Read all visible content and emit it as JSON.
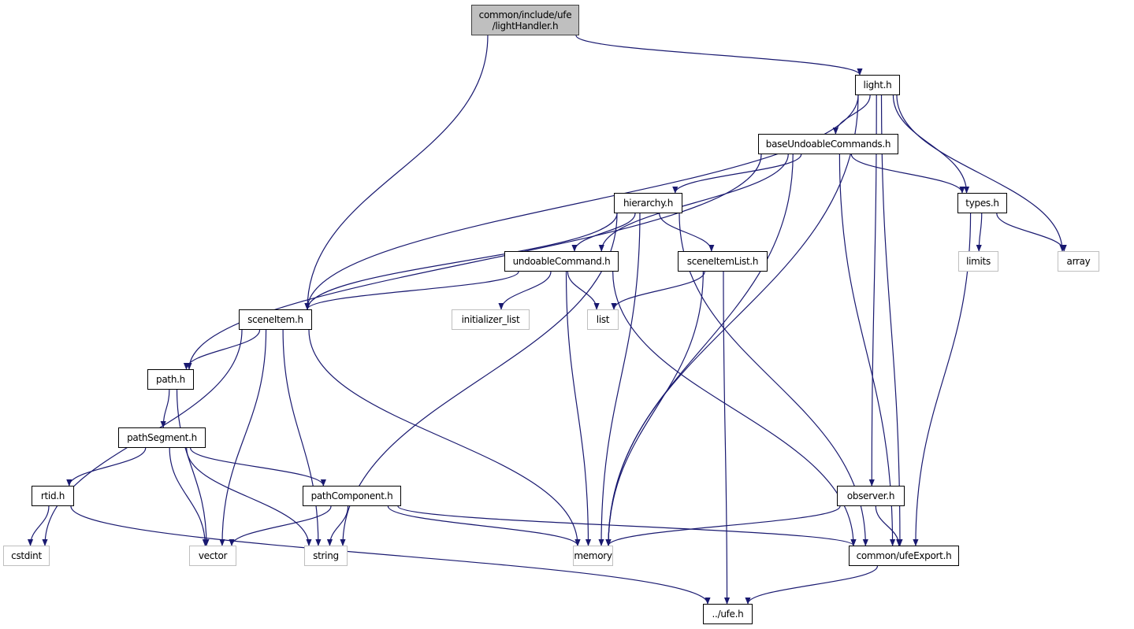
{
  "colors": {
    "edge": "#191970",
    "root_fill": "#bfbfbf",
    "system_border": "#bfbfbf",
    "node_border": "#000000"
  },
  "nodes": [
    {
      "id": "lightHandler",
      "label": "common/include/ufe\n/lightHandler.h",
      "kind": "root"
    },
    {
      "id": "light",
      "label": "light.h",
      "kind": "file"
    },
    {
      "id": "base",
      "label": "baseUndoableCommands.h",
      "kind": "file"
    },
    {
      "id": "hierarchy",
      "label": "hierarchy.h",
      "kind": "file"
    },
    {
      "id": "types",
      "label": "types.h",
      "kind": "file"
    },
    {
      "id": "undoable",
      "label": "undoableCommand.h",
      "kind": "file"
    },
    {
      "id": "sceneItemList",
      "label": "sceneItemList.h",
      "kind": "file"
    },
    {
      "id": "limits",
      "label": "limits",
      "kind": "system"
    },
    {
      "id": "array",
      "label": "array",
      "kind": "system"
    },
    {
      "id": "initlist",
      "label": "initializer_list",
      "kind": "system"
    },
    {
      "id": "list",
      "label": "list",
      "kind": "system"
    },
    {
      "id": "sceneItem",
      "label": "sceneItem.h",
      "kind": "file"
    },
    {
      "id": "path",
      "label": "path.h",
      "kind": "file"
    },
    {
      "id": "pathSegment",
      "label": "pathSegment.h",
      "kind": "file"
    },
    {
      "id": "rtid",
      "label": "rtid.h",
      "kind": "file"
    },
    {
      "id": "pathComponent",
      "label": "pathComponent.h",
      "kind": "file"
    },
    {
      "id": "cstdint",
      "label": "cstdint",
      "kind": "system"
    },
    {
      "id": "vector",
      "label": "vector",
      "kind": "system"
    },
    {
      "id": "string",
      "label": "string",
      "kind": "system"
    },
    {
      "id": "memory",
      "label": "memory",
      "kind": "system"
    },
    {
      "id": "observer",
      "label": "observer.h",
      "kind": "file"
    },
    {
      "id": "ufeExport",
      "label": "common/ufeExport.h",
      "kind": "file"
    },
    {
      "id": "ufe",
      "label": "../ufe.h",
      "kind": "file"
    }
  ],
  "edges": [
    [
      "lightHandler",
      "light"
    ],
    [
      "lightHandler",
      "sceneItem"
    ],
    [
      "light",
      "base"
    ],
    [
      "light",
      "sceneItem"
    ],
    [
      "light",
      "memory"
    ],
    [
      "light",
      "observer"
    ],
    [
      "light",
      "types"
    ],
    [
      "light",
      "array"
    ],
    [
      "light",
      "ufeExport"
    ],
    [
      "base",
      "hierarchy"
    ],
    [
      "base",
      "undoable"
    ],
    [
      "base",
      "path"
    ],
    [
      "base",
      "types"
    ],
    [
      "base",
      "memory"
    ],
    [
      "base",
      "ufeExport"
    ],
    [
      "hierarchy",
      "undoable"
    ],
    [
      "hierarchy",
      "sceneItemList"
    ],
    [
      "hierarchy",
      "sceneItem"
    ],
    [
      "hierarchy",
      "string"
    ],
    [
      "hierarchy",
      "memory"
    ],
    [
      "hierarchy",
      "ufeExport"
    ],
    [
      "types",
      "limits"
    ],
    [
      "types",
      "array"
    ],
    [
      "types",
      "ufeExport"
    ],
    [
      "undoable",
      "sceneItem"
    ],
    [
      "undoable",
      "initlist"
    ],
    [
      "undoable",
      "list"
    ],
    [
      "undoable",
      "memory"
    ],
    [
      "undoable",
      "ufeExport"
    ],
    [
      "sceneItemList",
      "list"
    ],
    [
      "sceneItemList",
      "memory"
    ],
    [
      "sceneItemList",
      "ufe"
    ],
    [
      "sceneItem",
      "path"
    ],
    [
      "sceneItem",
      "cstdint"
    ],
    [
      "sceneItem",
      "vector"
    ],
    [
      "sceneItem",
      "string"
    ],
    [
      "sceneItem",
      "memory"
    ],
    [
      "path",
      "pathSegment"
    ],
    [
      "path",
      "vector"
    ],
    [
      "pathSegment",
      "rtid"
    ],
    [
      "pathSegment",
      "pathComponent"
    ],
    [
      "pathSegment",
      "vector"
    ],
    [
      "pathSegment",
      "string"
    ],
    [
      "rtid",
      "cstdint"
    ],
    [
      "rtid",
      "ufe"
    ],
    [
      "pathComponent",
      "vector"
    ],
    [
      "pathComponent",
      "string"
    ],
    [
      "pathComponent",
      "memory"
    ],
    [
      "pathComponent",
      "ufeExport"
    ],
    [
      "observer",
      "memory"
    ],
    [
      "observer",
      "ufeExport"
    ],
    [
      "ufeExport",
      "ufe"
    ]
  ]
}
